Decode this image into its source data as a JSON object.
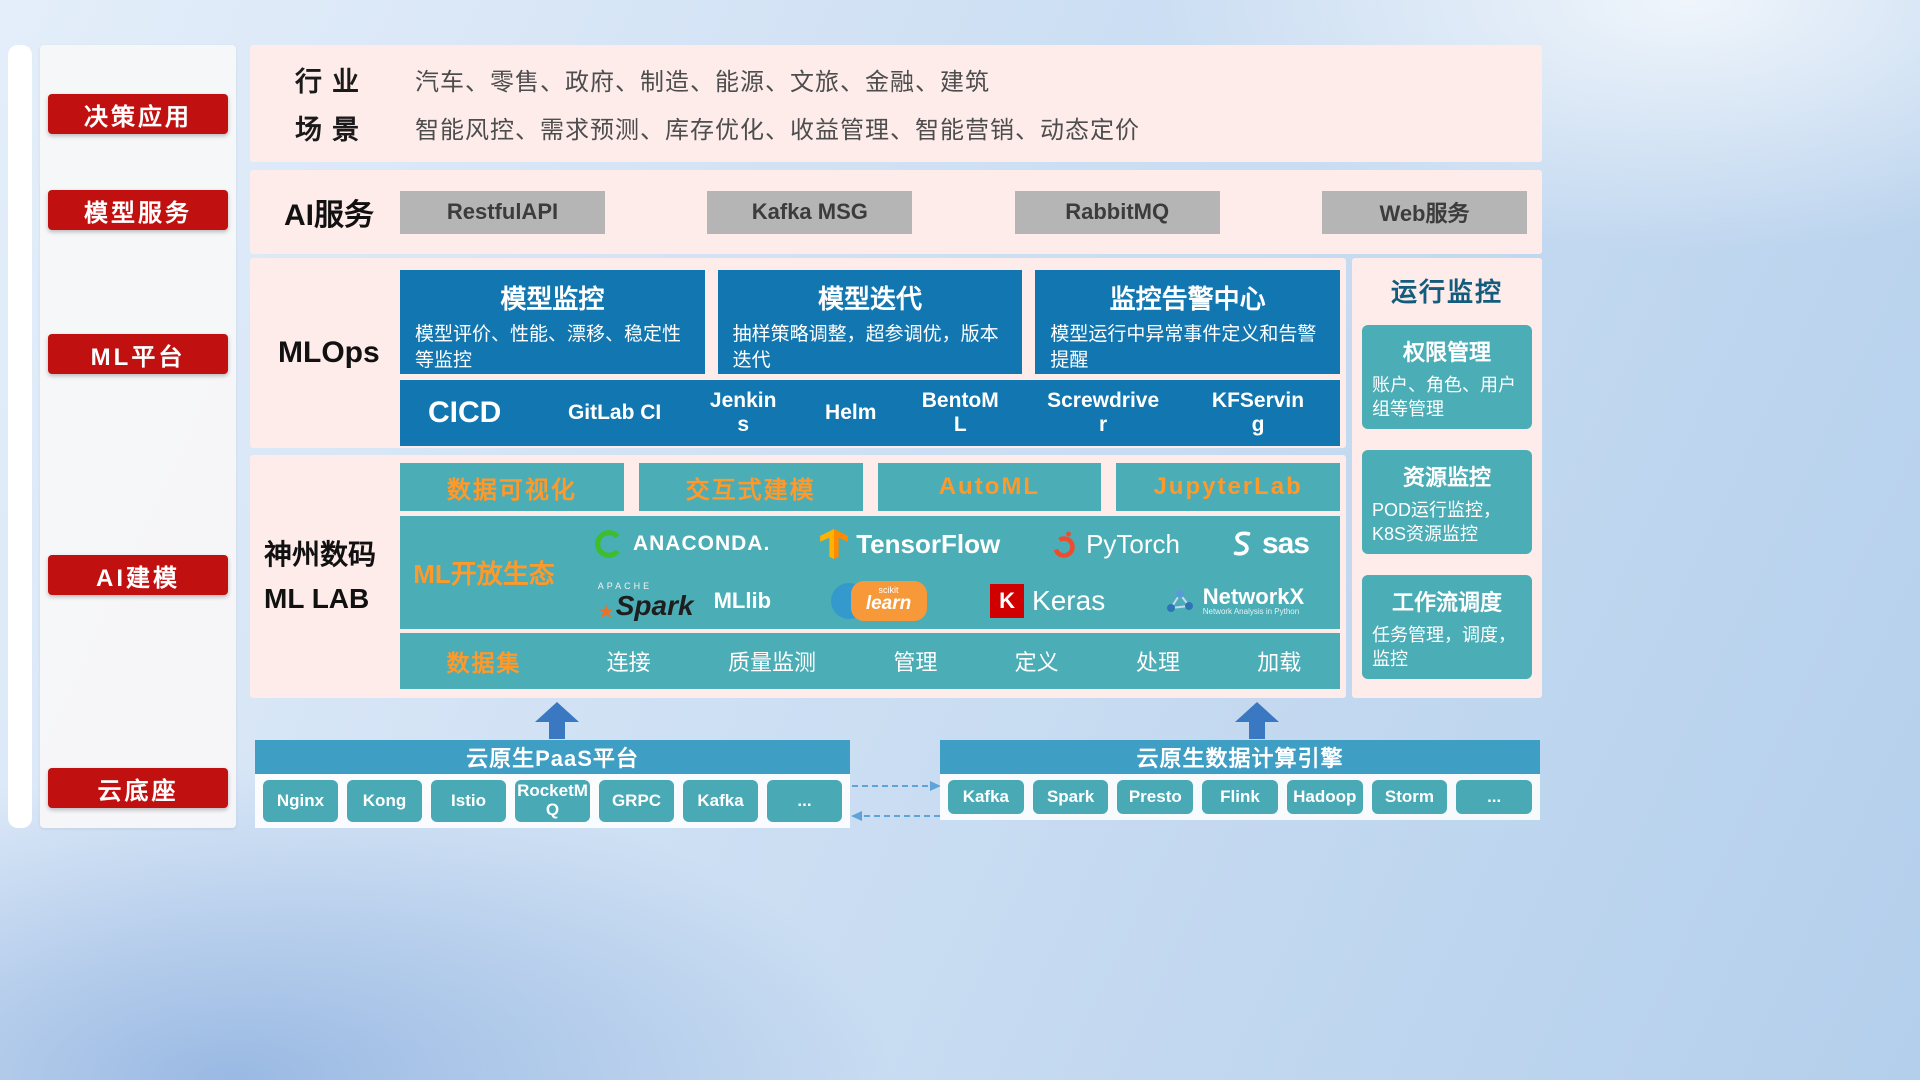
{
  "sidebar": {
    "items": [
      {
        "label": "决策应用"
      },
      {
        "label": "模型服务"
      },
      {
        "label": "ML平台"
      },
      {
        "label": "AI建模"
      },
      {
        "label": "云底座"
      }
    ]
  },
  "top_row": {
    "industry_label": "行业",
    "industry_text": "汽车、零售、政府、制造、能源、文旅、金融、建筑",
    "scene_label": "场景",
    "scene_text": "智能风控、需求预测、库存优化、收益管理、智能营销、动态定价"
  },
  "ai_service": {
    "label": "AI服务",
    "buttons": [
      "RestfulAPI",
      "Kafka MSG",
      "RabbitMQ",
      "Web服务"
    ]
  },
  "mlops": {
    "label": "MLOps",
    "cards": [
      {
        "title": "模型监控",
        "desc": "模型评价、性能、漂移、稳定性等监控"
      },
      {
        "title": "模型迭代",
        "desc": "抽样策略调整，超参调优，版本迭代"
      },
      {
        "title": "监控告警中心",
        "desc": "模型运行中异常事件定义和告警提醒"
      }
    ],
    "cicd_label": "CICD",
    "cicd_items": [
      "GitLab CI",
      "Jenkins",
      "Helm",
      "BentoML",
      "Screwdriver",
      "KFServing"
    ]
  },
  "monitor": {
    "title": "运行监控",
    "cards": [
      {
        "title": "权限管理",
        "desc": "账户、角色、用户组等管理"
      },
      {
        "title": "资源监控",
        "desc": "POD运行监控，K8S资源监控"
      },
      {
        "title": "工作流调度",
        "desc": "任务管理，调度，监控"
      }
    ]
  },
  "mllab": {
    "label_line1": "神州数码",
    "label_line2": "ML LAB",
    "tool_buttons": [
      "数据可视化",
      "交互式建模",
      "AutoML",
      "JupyterLab"
    ],
    "eco_label": "ML开放生态",
    "logos": {
      "anaconda": "ANACONDA.",
      "tensorflow": "TensorFlow",
      "pytorch": "PyTorch",
      "sas": "sas",
      "apache": "APACHE",
      "spark": "Spark",
      "mllib": "MLlib",
      "scikit": "scikit",
      "learn": "learn",
      "keras_k": "K",
      "keras": "Keras",
      "networkx": "NetworkX",
      "networkx_sub": "Network Analysis in Python"
    },
    "dataset_label": "数据集",
    "dataset_items": [
      "连接",
      "质量监测",
      "管理",
      "定义",
      "处理",
      "加载"
    ]
  },
  "cloud": {
    "paas_title": "云原生PaaS平台",
    "paas_items": [
      "Nginx",
      "Kong",
      "Istio",
      "RocketMQ",
      "GRPC",
      "Kafka",
      "..."
    ],
    "engine_title": "云原生数据计算引擎",
    "engine_items": [
      "Kafka",
      "Spark",
      "Presto",
      "Flink",
      "Hadoop",
      "Storm",
      "..."
    ]
  },
  "colors": {
    "red": "#c11010",
    "pink": "#fdecea",
    "deep_blue": "#1277b0",
    "teal": "#4badb6",
    "header_blue": "#3e9ec4",
    "orange": "#ff9929"
  }
}
